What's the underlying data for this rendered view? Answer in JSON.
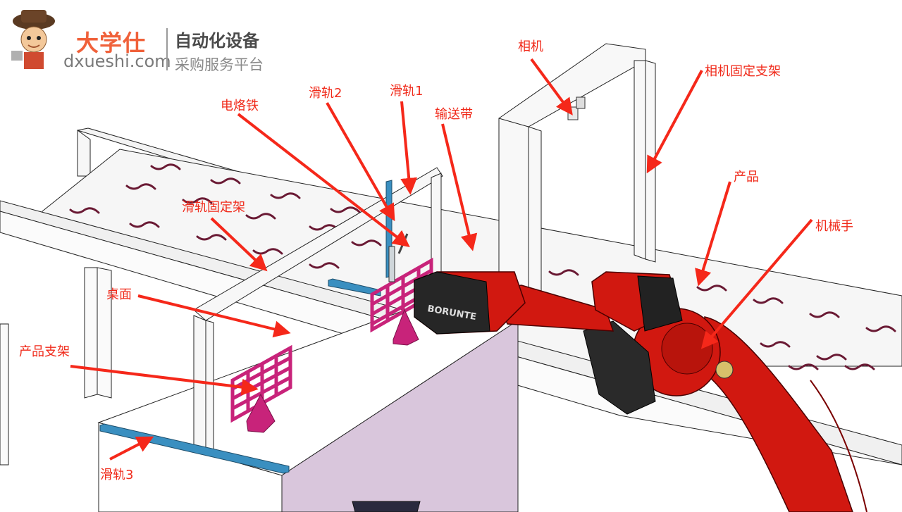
{
  "logo": {
    "brand_cn": "大学仕",
    "brand_en": "dxueshi.com",
    "tagline_1": "自动化设备",
    "tagline_2": "采购服务平台"
  },
  "labels": {
    "camera": "相机",
    "camera_bracket": "相机固定支架",
    "soldering_iron": "电烙铁",
    "rail_2": "滑轨2",
    "rail_1": "滑轨1",
    "conveyor": "输送带",
    "product": "产品",
    "rail_bracket": "滑轨固定架",
    "robot_arm": "机械手",
    "table_top": "桌面",
    "product_holder": "产品支架",
    "rail_3": "滑轨3"
  },
  "robot_brand": "BORUNTE",
  "colors": {
    "label_text": "#f02a1a",
    "arrow": "#f5281a",
    "robot_red": "#d11810",
    "rail_blue": "#3a8fc0",
    "holder_magenta": "#c8237a",
    "table_side": "#d9c6dc",
    "brand_orange": "#f0613a"
  }
}
